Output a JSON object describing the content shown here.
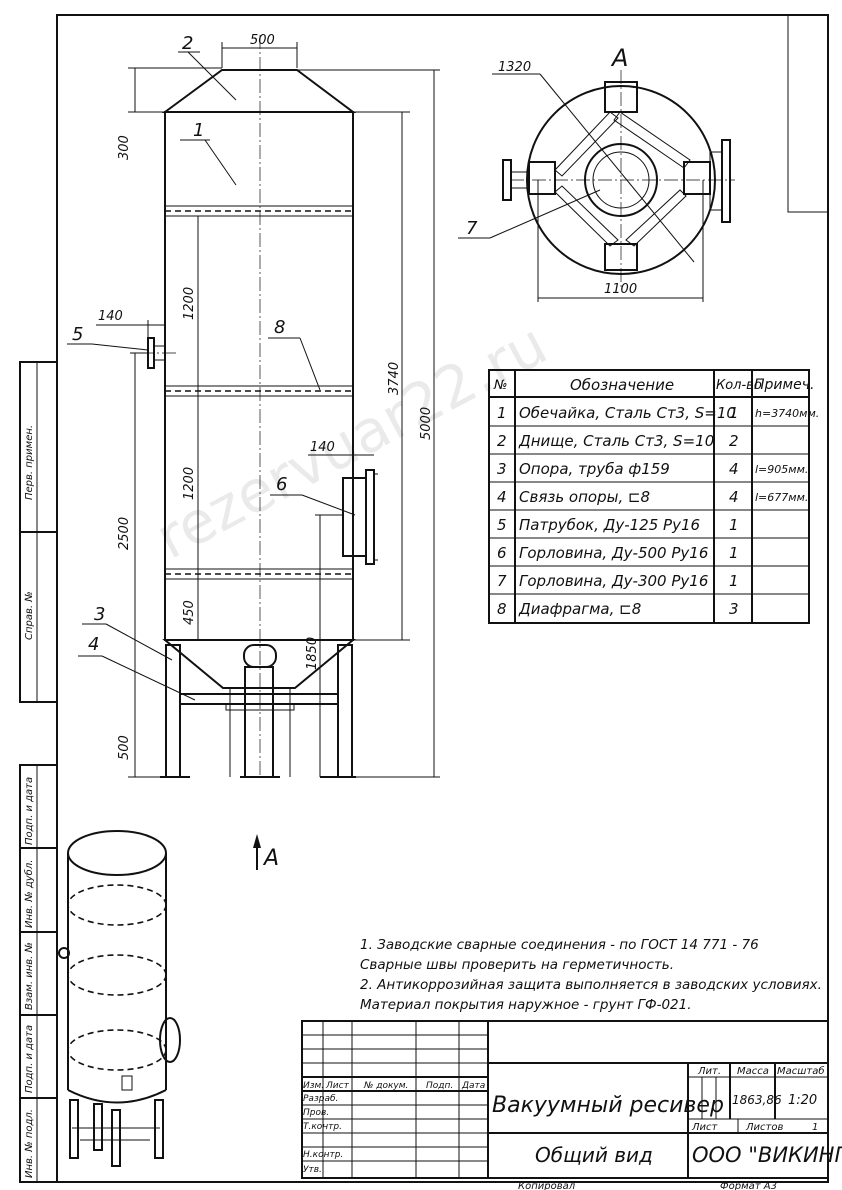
{
  "view_label_top": "A",
  "view_label_bottom": "A",
  "watermark": "rezervuar22.ru",
  "dimensions": {
    "top_neck": "500",
    "top_cone": "300",
    "shell": "3740",
    "total": "5000",
    "section_a": "1200",
    "section_b": "1200",
    "section_c": "450",
    "nozzle_offset": "140",
    "nozzle_height": "2500",
    "manhole_offset": "140",
    "support_height": "1850",
    "legs": "500",
    "plan_diameter": "1320",
    "plan_width": "1100"
  },
  "callouts": [
    "1",
    "2",
    "3",
    "4",
    "5",
    "6",
    "7",
    "8"
  ],
  "spec_table": {
    "headers": [
      "№",
      "Обозначение",
      "Кол-во",
      "Примеч."
    ],
    "rows": [
      {
        "n": "1",
        "name": "Обечайка, Сталь Ст3, S=10",
        "qty": "1",
        "note": "h=3740мм."
      },
      {
        "n": "2",
        "name": "Днище, Сталь Ст3, S=10",
        "qty": "2",
        "note": ""
      },
      {
        "n": "3",
        "name": "Опора, труба ф159",
        "qty": "4",
        "note": "l=905мм."
      },
      {
        "n": "4",
        "name": "Связь опоры, ⊏8",
        "qty": "4",
        "note": "l=677мм."
      },
      {
        "n": "5",
        "name": "Патрубок, Ду-125 Ру16",
        "qty": "1",
        "note": ""
      },
      {
        "n": "6",
        "name": "Горловина, Ду-500 Ру16",
        "qty": "1",
        "note": ""
      },
      {
        "n": "7",
        "name": "Горловина, Ду-300 Ру16",
        "qty": "1",
        "note": ""
      },
      {
        "n": "8",
        "name": "Диафрагма, ⊏8",
        "qty": "3",
        "note": ""
      }
    ]
  },
  "notes": [
    "1. Заводские сварные соединения - по ГОСТ 14 771 - 76",
    "Сварные швы проверить на герметичность.",
    "2. Антикоррозийная защита выполняется в заводских условиях.",
    "Материал покрытия наружное - грунт ГФ-021."
  ],
  "side_stamp": [
    "Перв. примен.",
    "Справ. №",
    "Подп. и дата",
    "Инв. № дубл.",
    "Взам. инв. №",
    "Подп. и дата",
    "Инв. № подл."
  ],
  "title_block": {
    "title": "Вакуумный ресивер",
    "subtitle": "Общий вид",
    "company": "ООО \"ВИКИНГ\"",
    "lit_label": "Лит.",
    "mass_label": "Масса",
    "scale_label": "Масштаб",
    "mass": "1863,86",
    "scale": "1:20",
    "sheet_label": "Лист",
    "sheets_label": "Листов",
    "sheets": "1",
    "col_labels": [
      "Изм.",
      "Лист",
      "№ докум.",
      "Подп.",
      "Дата"
    ],
    "row_labels": [
      "Разраб.",
      "Пров.",
      "Т.контр.",
      "",
      "Н.контр.",
      "Утв."
    ],
    "copied": "Копировал",
    "format": "Формат А3"
  }
}
